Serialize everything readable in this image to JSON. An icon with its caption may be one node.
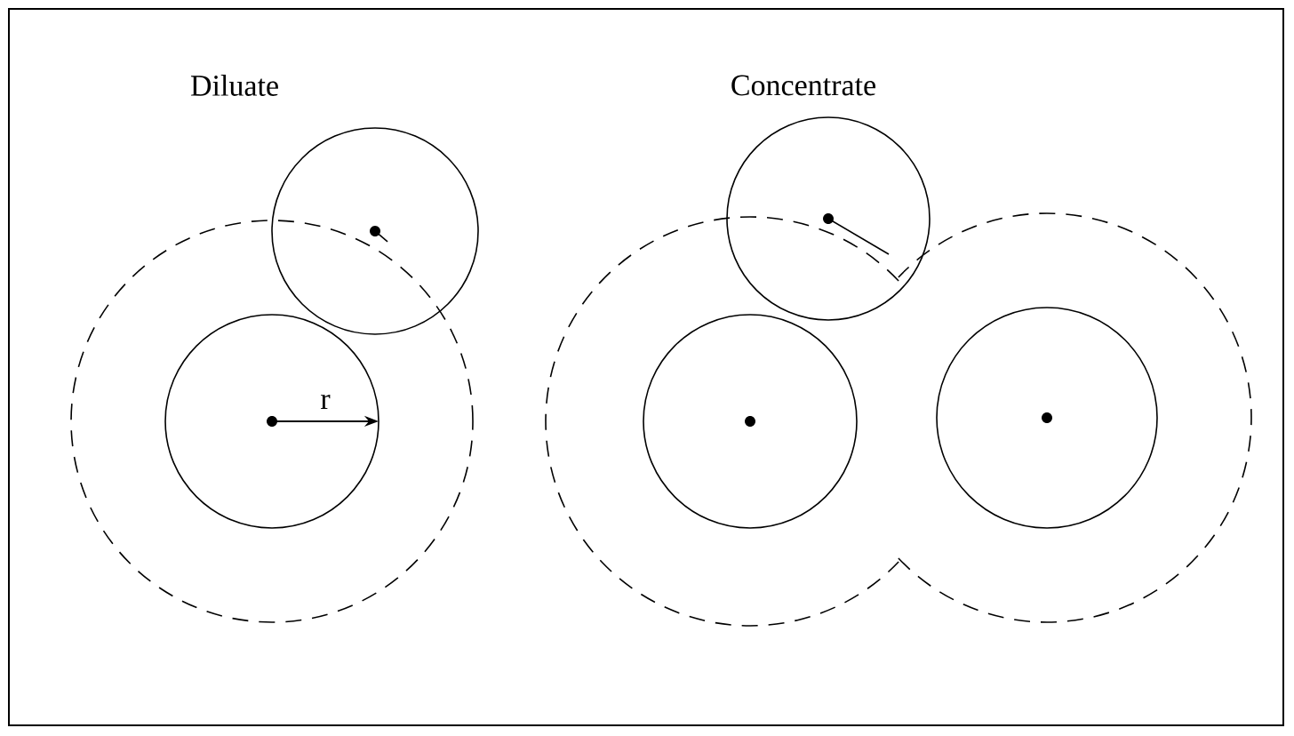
{
  "diagram": {
    "labels": [
      "Diluate",
      "Concentrate",
      "r"
    ]
  }
}
